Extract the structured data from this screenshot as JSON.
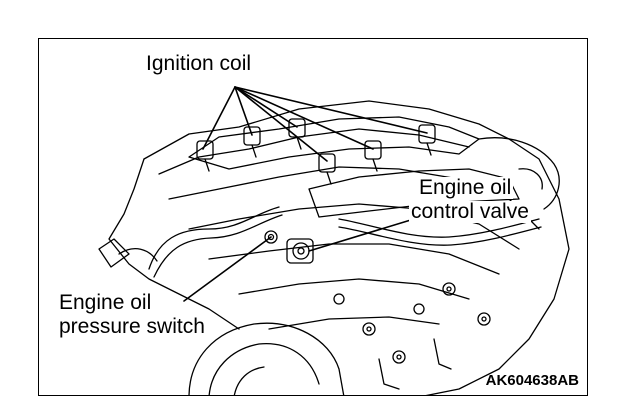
{
  "labels": {
    "ignition_coil": "Ignition coil",
    "oil_control_valve_line1": "Engine oil",
    "oil_control_valve_line2": "control valve",
    "oil_pressure_switch_line1": "Engine oil",
    "oil_pressure_switch_line2": "pressure switch"
  },
  "figure_code": "AK604638AB",
  "colors": {
    "line": "#000000",
    "background": "#ffffff"
  }
}
